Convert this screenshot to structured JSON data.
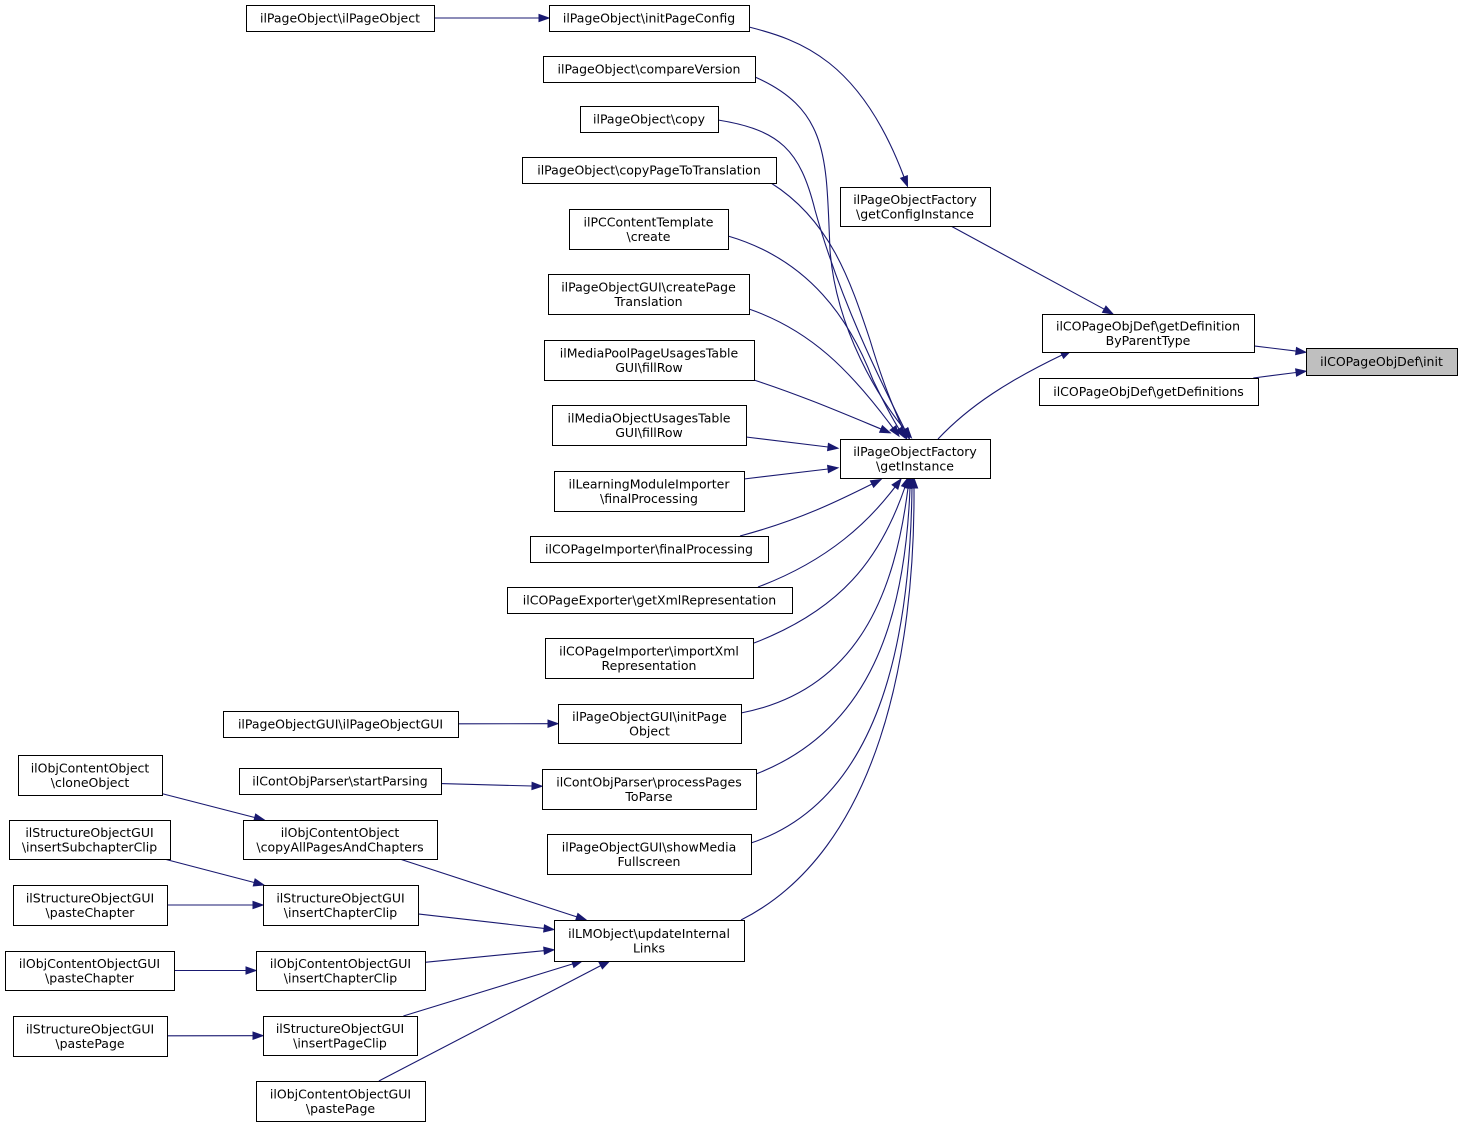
{
  "colors": {
    "edge": "#191970",
    "highlight": "#bfbfbf",
    "node_border": "#000000",
    "background": "#ffffff"
  },
  "nodes": {
    "init": {
      "lines": [
        "ilCOPageObjDef\\init"
      ],
      "highlight": true
    },
    "getDefinitionByParentType": {
      "lines": [
        "ilCOPageObjDef\\getDefinition",
        "ByParentType"
      ]
    },
    "getDefinitions": {
      "lines": [
        "ilCOPageObjDef\\getDefinitions"
      ]
    },
    "getConfigInstance": {
      "lines": [
        "ilPageObjectFactory",
        "\\getConfigInstance"
      ]
    },
    "getInstance": {
      "lines": [
        "ilPageObjectFactory",
        "\\getInstance"
      ]
    },
    "initPageConfig": {
      "lines": [
        "ilPageObject\\initPageConfig"
      ]
    },
    "ilPageObjectCtor": {
      "lines": [
        "ilPageObject\\ilPageObject"
      ]
    },
    "compareVersion": {
      "lines": [
        "ilPageObject\\compareVersion"
      ]
    },
    "copy": {
      "lines": [
        "ilPageObject\\copy"
      ]
    },
    "copyPageToTranslation": {
      "lines": [
        "ilPageObject\\copyPageToTranslation"
      ]
    },
    "pcCreate": {
      "lines": [
        "ilPCContentTemplate",
        "\\create"
      ]
    },
    "createPageTranslation": {
      "lines": [
        "ilPageObjectGUI\\createPage",
        "Translation"
      ]
    },
    "mediaPoolFillRow": {
      "lines": [
        "ilMediaPoolPageUsagesTable",
        "GUI\\fillRow"
      ]
    },
    "mediaObjectFillRow": {
      "lines": [
        "ilMediaObjectUsagesTable",
        "GUI\\fillRow"
      ]
    },
    "lmImporterFinal": {
      "lines": [
        "ilLearningModuleImporter",
        "\\finalProcessing"
      ]
    },
    "coPageImporterFinal": {
      "lines": [
        "ilCOPageImporter\\finalProcessing"
      ]
    },
    "getXmlRepresentation": {
      "lines": [
        "ilCOPageExporter\\getXmlRepresentation"
      ]
    },
    "importXmlRepresentation": {
      "lines": [
        "ilCOPageImporter\\importXml",
        "Representation"
      ]
    },
    "initPageObject": {
      "lines": [
        "ilPageObjectGUI\\initPage",
        "Object"
      ]
    },
    "ilPageObjectGUICtor": {
      "lines": [
        "ilPageObjectGUI\\ilPageObjectGUI"
      ]
    },
    "processPagesToParse": {
      "lines": [
        "ilContObjParser\\processPages",
        "ToParse"
      ]
    },
    "startParsing": {
      "lines": [
        "ilContObjParser\\startParsing"
      ]
    },
    "showMediaFullscreen": {
      "lines": [
        "ilPageObjectGUI\\showMedia",
        "Fullscreen"
      ]
    },
    "updateInternalLinks": {
      "lines": [
        "ilLMObject\\updateInternal",
        "Links"
      ]
    },
    "cloneObject": {
      "lines": [
        "ilObjContentObject",
        "\\cloneObject"
      ]
    },
    "copyAllPagesAndChapters": {
      "lines": [
        "ilObjContentObject",
        "\\copyAllPagesAndChapters"
      ]
    },
    "insertSubchapterClip": {
      "lines": [
        "ilStructureObjectGUI",
        "\\insertSubchapterClip"
      ]
    },
    "soInsertChapterClip": {
      "lines": [
        "ilStructureObjectGUI",
        "\\insertChapterClip"
      ]
    },
    "soPasteChapter": {
      "lines": [
        "ilStructureObjectGUI",
        "\\pasteChapter"
      ]
    },
    "ocInsertChapterClip": {
      "lines": [
        "ilObjContentObjectGUI",
        "\\insertChapterClip"
      ]
    },
    "ocPasteChapter": {
      "lines": [
        "ilObjContentObjectGUI",
        "\\pasteChapter"
      ]
    },
    "soInsertPageClip": {
      "lines": [
        "ilStructureObjectGUI",
        "\\insertPageClip"
      ]
    },
    "soPastePage": {
      "lines": [
        "ilStructureObjectGUI",
        "\\pastePage"
      ]
    },
    "ocPastePage": {
      "lines": [
        "ilObjContentObjectGUI",
        "\\pastePage"
      ]
    }
  },
  "edges": [
    [
      "getDefinitionByParentType",
      "init"
    ],
    [
      "getDefinitions",
      "init"
    ],
    [
      "getConfigInstance",
      "getDefinitionByParentType"
    ],
    [
      "getInstance",
      "getDefinitionByParentType"
    ],
    [
      "initPageConfig",
      "getConfigInstance"
    ],
    [
      "ilPageObjectCtor",
      "initPageConfig"
    ],
    [
      "compareVersion",
      "getInstance"
    ],
    [
      "copy",
      "getInstance"
    ],
    [
      "copyPageToTranslation",
      "getInstance"
    ],
    [
      "pcCreate",
      "getInstance"
    ],
    [
      "createPageTranslation",
      "getInstance"
    ],
    [
      "mediaPoolFillRow",
      "getInstance"
    ],
    [
      "mediaObjectFillRow",
      "getInstance"
    ],
    [
      "lmImporterFinal",
      "getInstance"
    ],
    [
      "coPageImporterFinal",
      "getInstance"
    ],
    [
      "getXmlRepresentation",
      "getInstance"
    ],
    [
      "importXmlRepresentation",
      "getInstance"
    ],
    [
      "initPageObject",
      "getInstance"
    ],
    [
      "processPagesToParse",
      "getInstance"
    ],
    [
      "showMediaFullscreen",
      "getInstance"
    ],
    [
      "updateInternalLinks",
      "getInstance"
    ],
    [
      "ilPageObjectGUICtor",
      "initPageObject"
    ],
    [
      "startParsing",
      "processPagesToParse"
    ],
    [
      "cloneObject",
      "copyAllPagesAndChapters"
    ],
    [
      "copyAllPagesAndChapters",
      "updateInternalLinks"
    ],
    [
      "insertSubchapterClip",
      "soInsertChapterClip"
    ],
    [
      "soPasteChapter",
      "soInsertChapterClip"
    ],
    [
      "soInsertChapterClip",
      "updateInternalLinks"
    ],
    [
      "ocPasteChapter",
      "ocInsertChapterClip"
    ],
    [
      "ocInsertChapterClip",
      "updateInternalLinks"
    ],
    [
      "soPastePage",
      "soInsertPageClip"
    ],
    [
      "soInsertPageClip",
      "updateInternalLinks"
    ],
    [
      "ocPastePage",
      "updateInternalLinks"
    ]
  ]
}
